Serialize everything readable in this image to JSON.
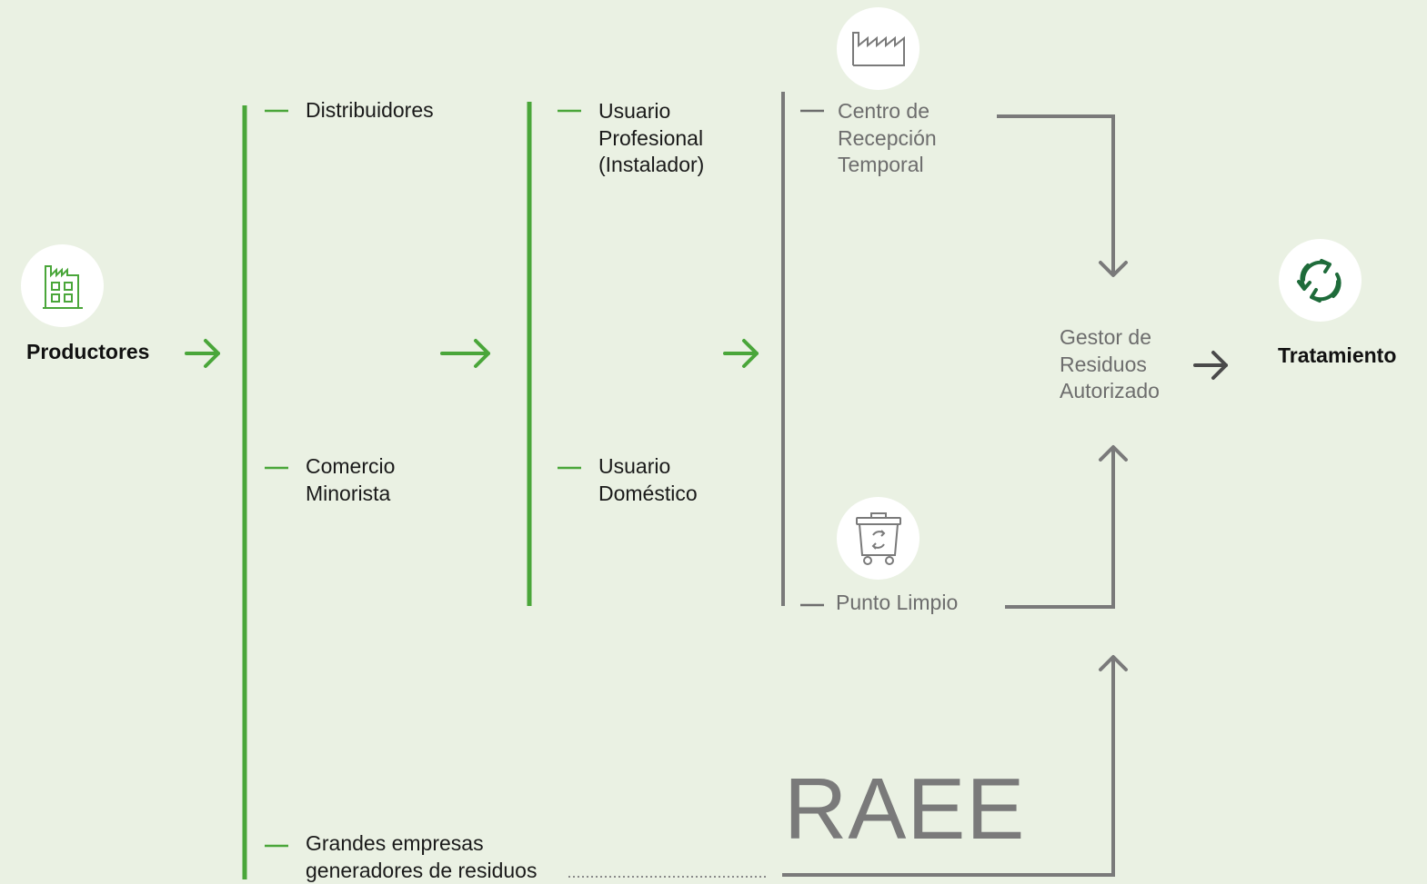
{
  "nodes": {
    "producers": "Productores",
    "distributors": "Distribuidores",
    "retail": "Comercio\nMinorista",
    "large_companies": "Grandes empresas\ngeneradores de residuos",
    "professional_user": "Usuario\nProfesional\n(Instalador)",
    "domestic_user": "Usuario\nDoméstico",
    "temp_reception": "Centro de\nRecepción\nTemporal",
    "clean_point": "Punto Limpio",
    "waste_manager": "Gestor de\nResiduos\nAutorizado",
    "treatment": "Tratamiento",
    "raee": "RAEE"
  },
  "icons": {
    "producers": "factory-building-icon",
    "temp_reception": "factory-roof-icon",
    "clean_point": "recycling-bin-icon",
    "treatment": "recycle-arrows-icon"
  },
  "colors": {
    "background": "#eaf1e3",
    "green": "#4aa63a",
    "dark_green": "#1e6b3a",
    "gray": "#7a7a7a",
    "dark_gray": "#4a4a4a"
  }
}
